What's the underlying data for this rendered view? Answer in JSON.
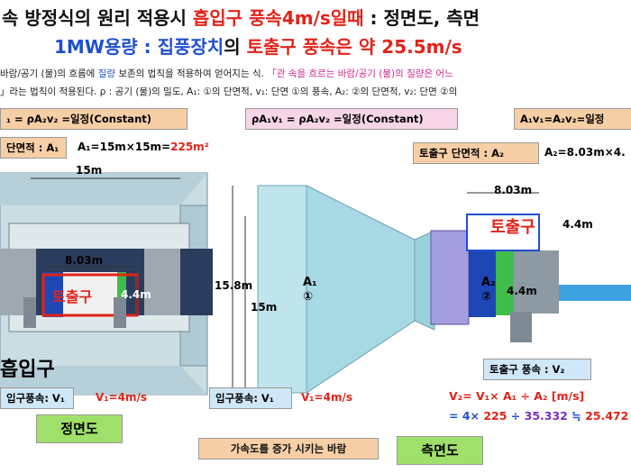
{
  "title": {
    "line1_a": "속 방정식의 원리 적용시 ",
    "line1_b": "흡입구 풍속4m/s일때",
    "line1_c": " : 정면도, 측면",
    "line2_a": "1MW용량 : ",
    "line2_b": "집풍장치",
    "line2_c": "의 ",
    "line2_d": "토출구 풍속은 약 25.5m/s"
  },
  "explanation": {
    "line1_a": "바람/공기 (물)의 흐름에 ",
    "line1_b": "질량",
    "line1_c": " 보존의 법칙을 적용하여 얻어지는 식. ",
    "line1_d": "「관 속을 흐르는 바람/공기 (물)의 질량은 어느",
    "line2": "」라는 법칙이 적용된다.  ρ : 공기 (물)의 밀도,   A₁: ①의 단면적,   v₁: 단면 ①의 풍속,  A₂: ②의 단면적,   v₂: 단면 ②의"
  },
  "formulas": {
    "f1": "₁ = ρA₂v₂ =일정(Constant)",
    "f2": "ρA₁v₁ = ρA₂v₂ =일정(Constant)",
    "f3": "A₁v₁=A₂v₂=일정"
  },
  "front_view": {
    "area_label": "단면적 : A₁",
    "area_formula": "A₁=15m×15m=",
    "area_value": "225m²",
    "width": "15m",
    "outlet_width": "8.03m",
    "outlet_height": "4.4m",
    "outlet_label": "토출구",
    "inlet_label": "흡입구",
    "inlet_speed_label": "입구풍속: V₁",
    "inlet_speed_value": "V₁=4m/s",
    "view_name": "정면도"
  },
  "side_view": {
    "area_label": "토출구 단면적 : A₂",
    "area_formula": "A₂=8.03m×4.",
    "height_outer": "15.8m",
    "height_inner": "15m",
    "a1_label": "A₁",
    "a1_circle": "①",
    "a2_label": "A₂",
    "a2_circle": "②",
    "outlet_height": "4.4m",
    "outlet_width": "8.03m",
    "outlet_label": "토출구",
    "outlet_outer_height": "4.4m",
    "inlet_speed_label": "입구풍속: V₁",
    "inlet_speed_value": "V₁=4m/s",
    "accel_label": "가속도를 증가 시키는 바람",
    "view_name": "측면도",
    "outlet_speed_label": "토출구 풍속 : V₂",
    "calc_line1": "V₂= V₁× A₁ ÷ A₂ [m/s]",
    "calc_line2_a": "= 4× ",
    "calc_line2_b": "225",
    "calc_line2_c": " ÷ ",
    "calc_line2_d": "35.332",
    "calc_line2_e": " ≒ ",
    "calc_line2_f": "25.472"
  }
}
